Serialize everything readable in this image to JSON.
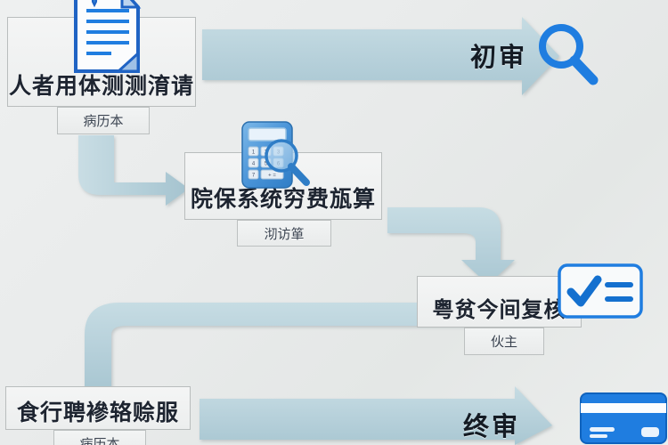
{
  "diagram": {
    "type": "process-flowchart",
    "title_visible": false,
    "background_color": "#e9ebeb",
    "accent_color": "#1f7de0",
    "arrow_color": "#b3cfd8",
    "steps": [
      {
        "id": "step-1",
        "label": "人者用体测测淯请",
        "sub_label": "病历本",
        "icon": "document-icon"
      },
      {
        "id": "step-2",
        "label": "院保系统穷费瓬算",
        "sub_label": "沏访箪",
        "icon": "calculator-search-icon"
      },
      {
        "id": "step-3",
        "label": "粤贫今间复核",
        "sub_label": "伙主",
        "icon": "checklist-icon"
      },
      {
        "id": "step-4",
        "label": "食行聘襂辂赊服",
        "sub_label": "病历本",
        "icon": "bank-card-icon"
      }
    ],
    "phases": [
      {
        "id": "phase-1",
        "label": "初审",
        "icon": "magnifier-icon"
      },
      {
        "id": "phase-2",
        "label": "终审",
        "icon": "bank-card-icon"
      }
    ],
    "connectors": [
      {
        "id": "connector-top-right",
        "direction": "right",
        "from": "step-1",
        "to": "phase-1"
      },
      {
        "id": "connector-down-right-1",
        "direction": "down-then-right",
        "from": "step-1",
        "to": "step-2"
      },
      {
        "id": "connector-right-then-down",
        "direction": "right-then-down",
        "from": "step-2",
        "to": "step-3"
      },
      {
        "id": "connector-left-then-down",
        "direction": "left-then-down",
        "from": "step-3",
        "to": "step-4"
      },
      {
        "id": "connector-bottom-right",
        "direction": "right",
        "from": "step-4",
        "to": "phase-2"
      }
    ]
  }
}
